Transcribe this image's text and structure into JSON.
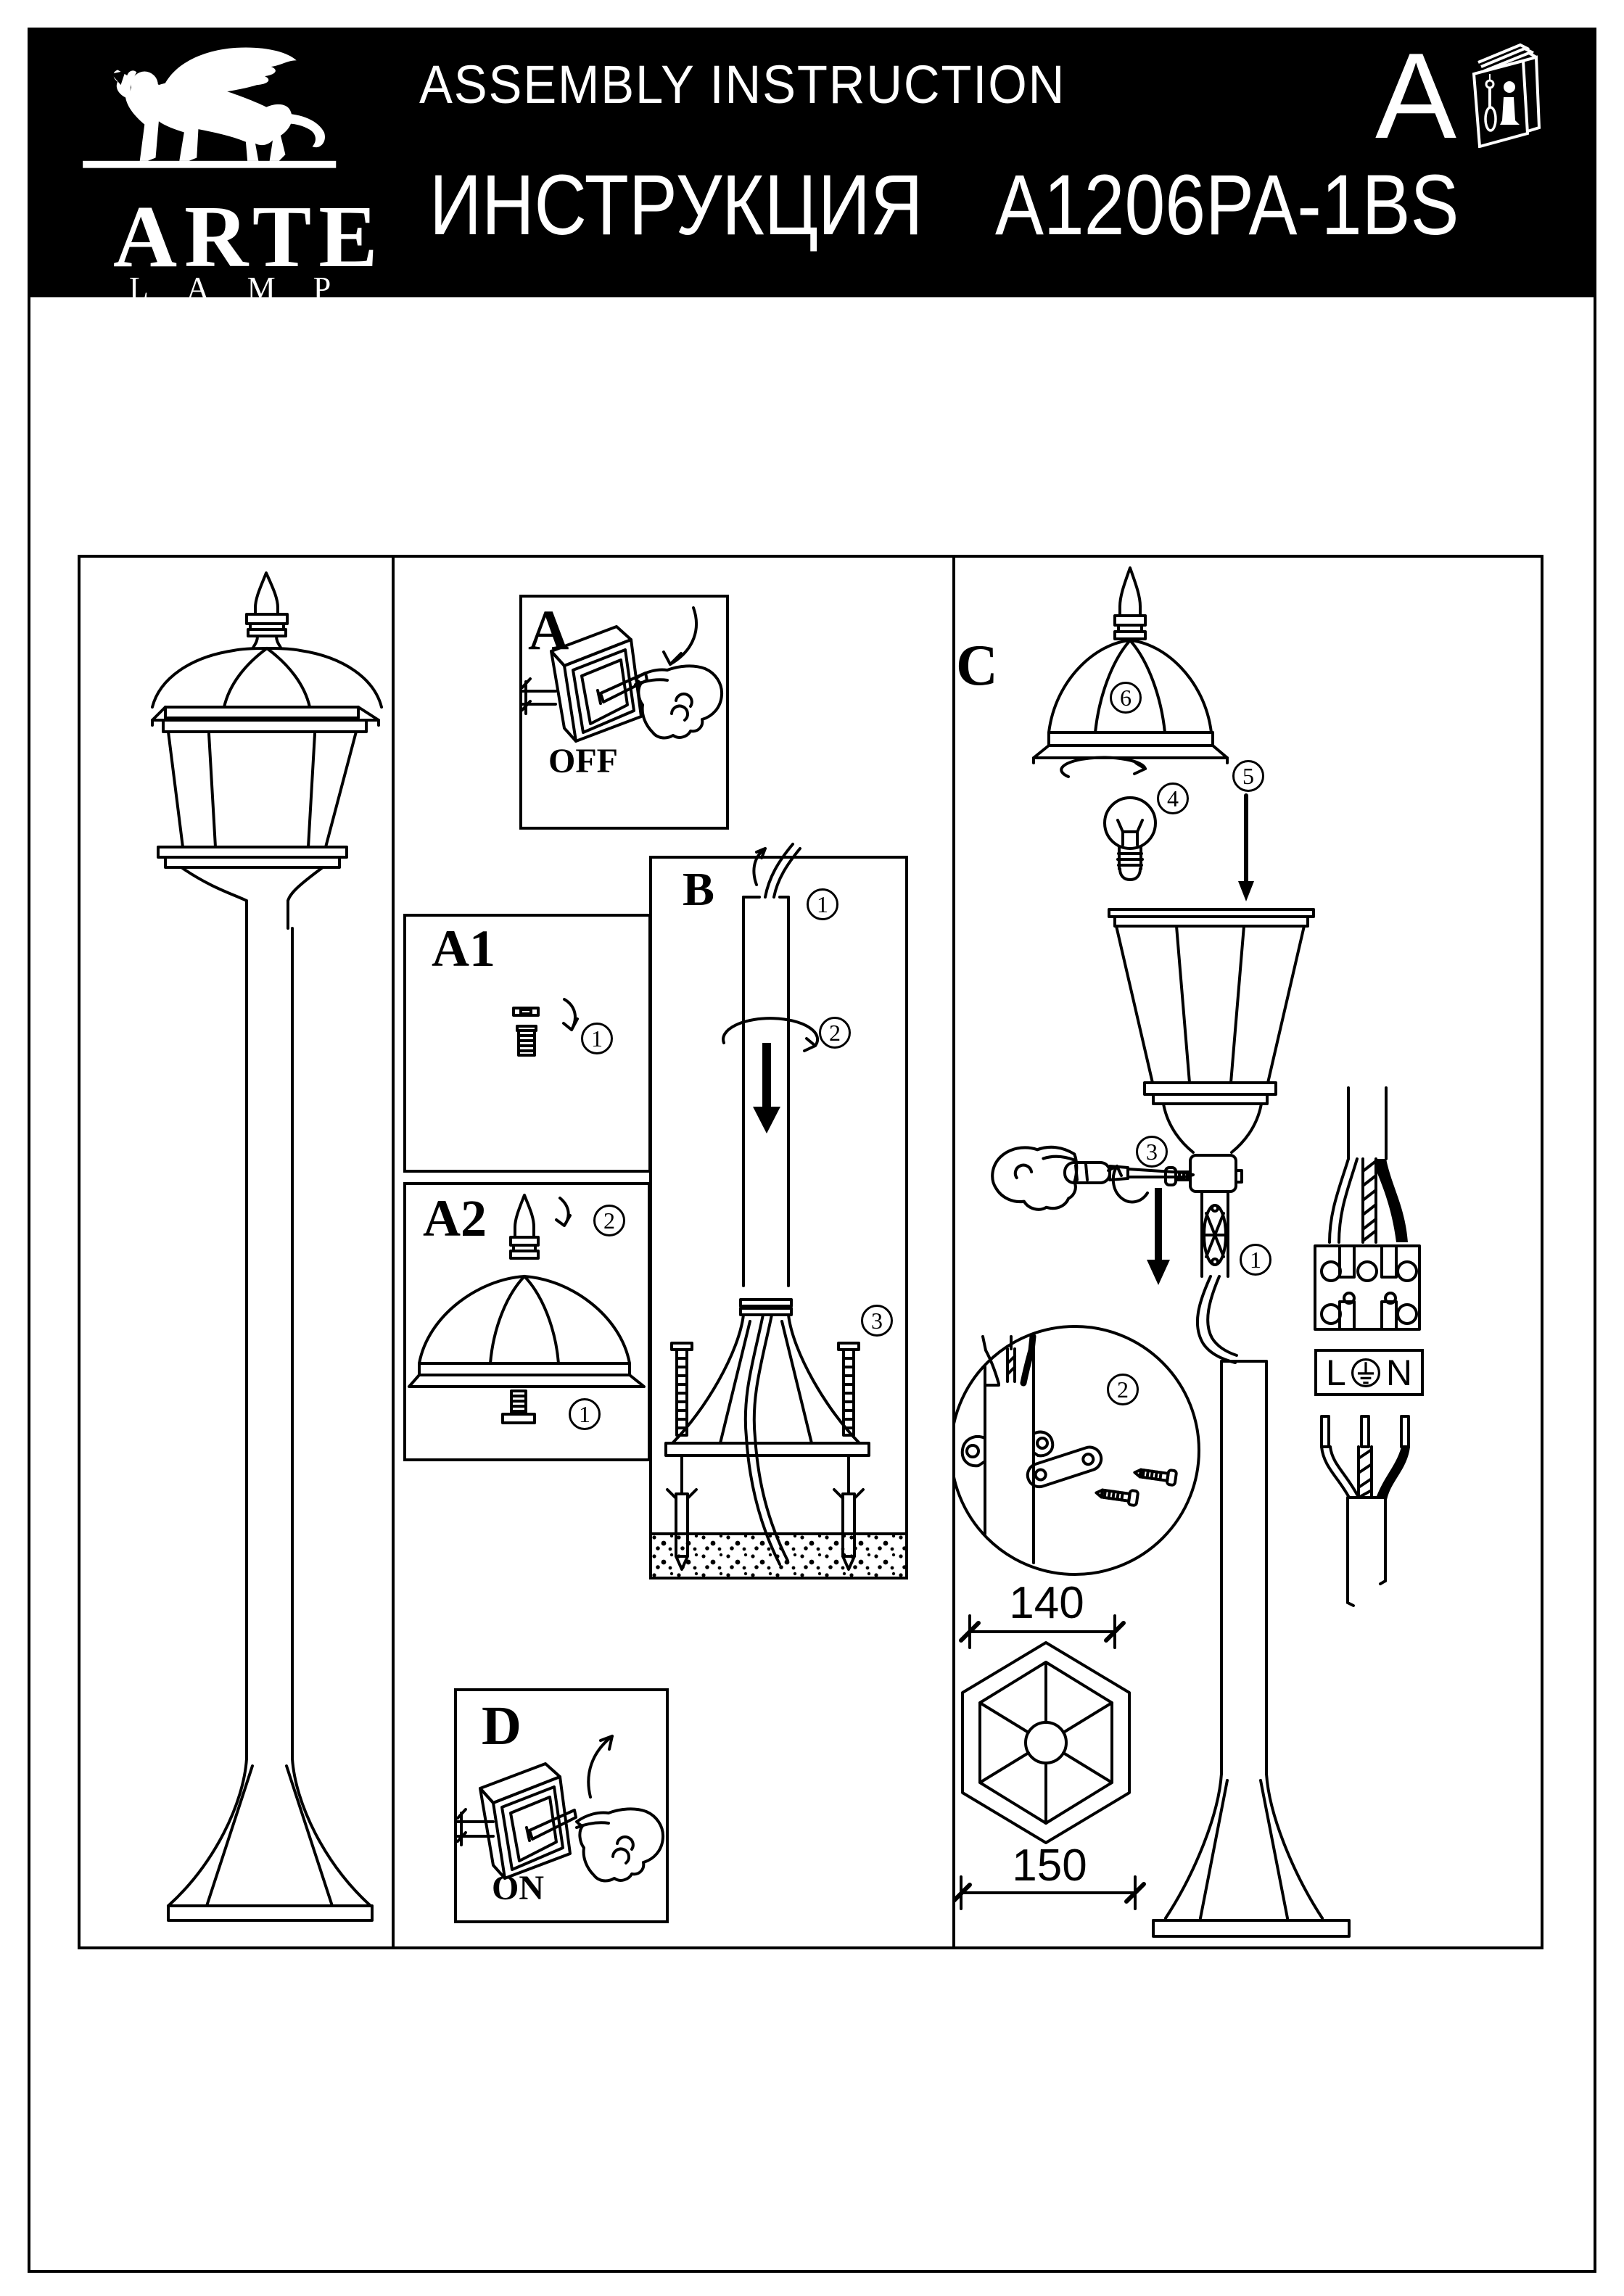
{
  "header": {
    "brand": {
      "name": "ARTE",
      "subname": "LAMP"
    },
    "title_en": "ASSEMBLY INSTRUCTION",
    "title_ru": "ИНСТРУКЦИЯ",
    "model": "A1206PA-1BS",
    "corner_letter": "A"
  },
  "steps": {
    "a": {
      "label": "A",
      "state": "OFF"
    },
    "a1": {
      "label": "A1"
    },
    "a2": {
      "label": "A2"
    },
    "b": {
      "label": "B"
    },
    "c": {
      "label": "C"
    },
    "d": {
      "label": "D",
      "state": "ON"
    }
  },
  "callouts": {
    "1": "1",
    "2": "2",
    "3": "3",
    "4": "4",
    "5": "5",
    "6": "6"
  },
  "wiring": {
    "line": "L",
    "neutral": "N"
  },
  "dimensions": {
    "top_width": "140",
    "bottom_width": "150"
  }
}
